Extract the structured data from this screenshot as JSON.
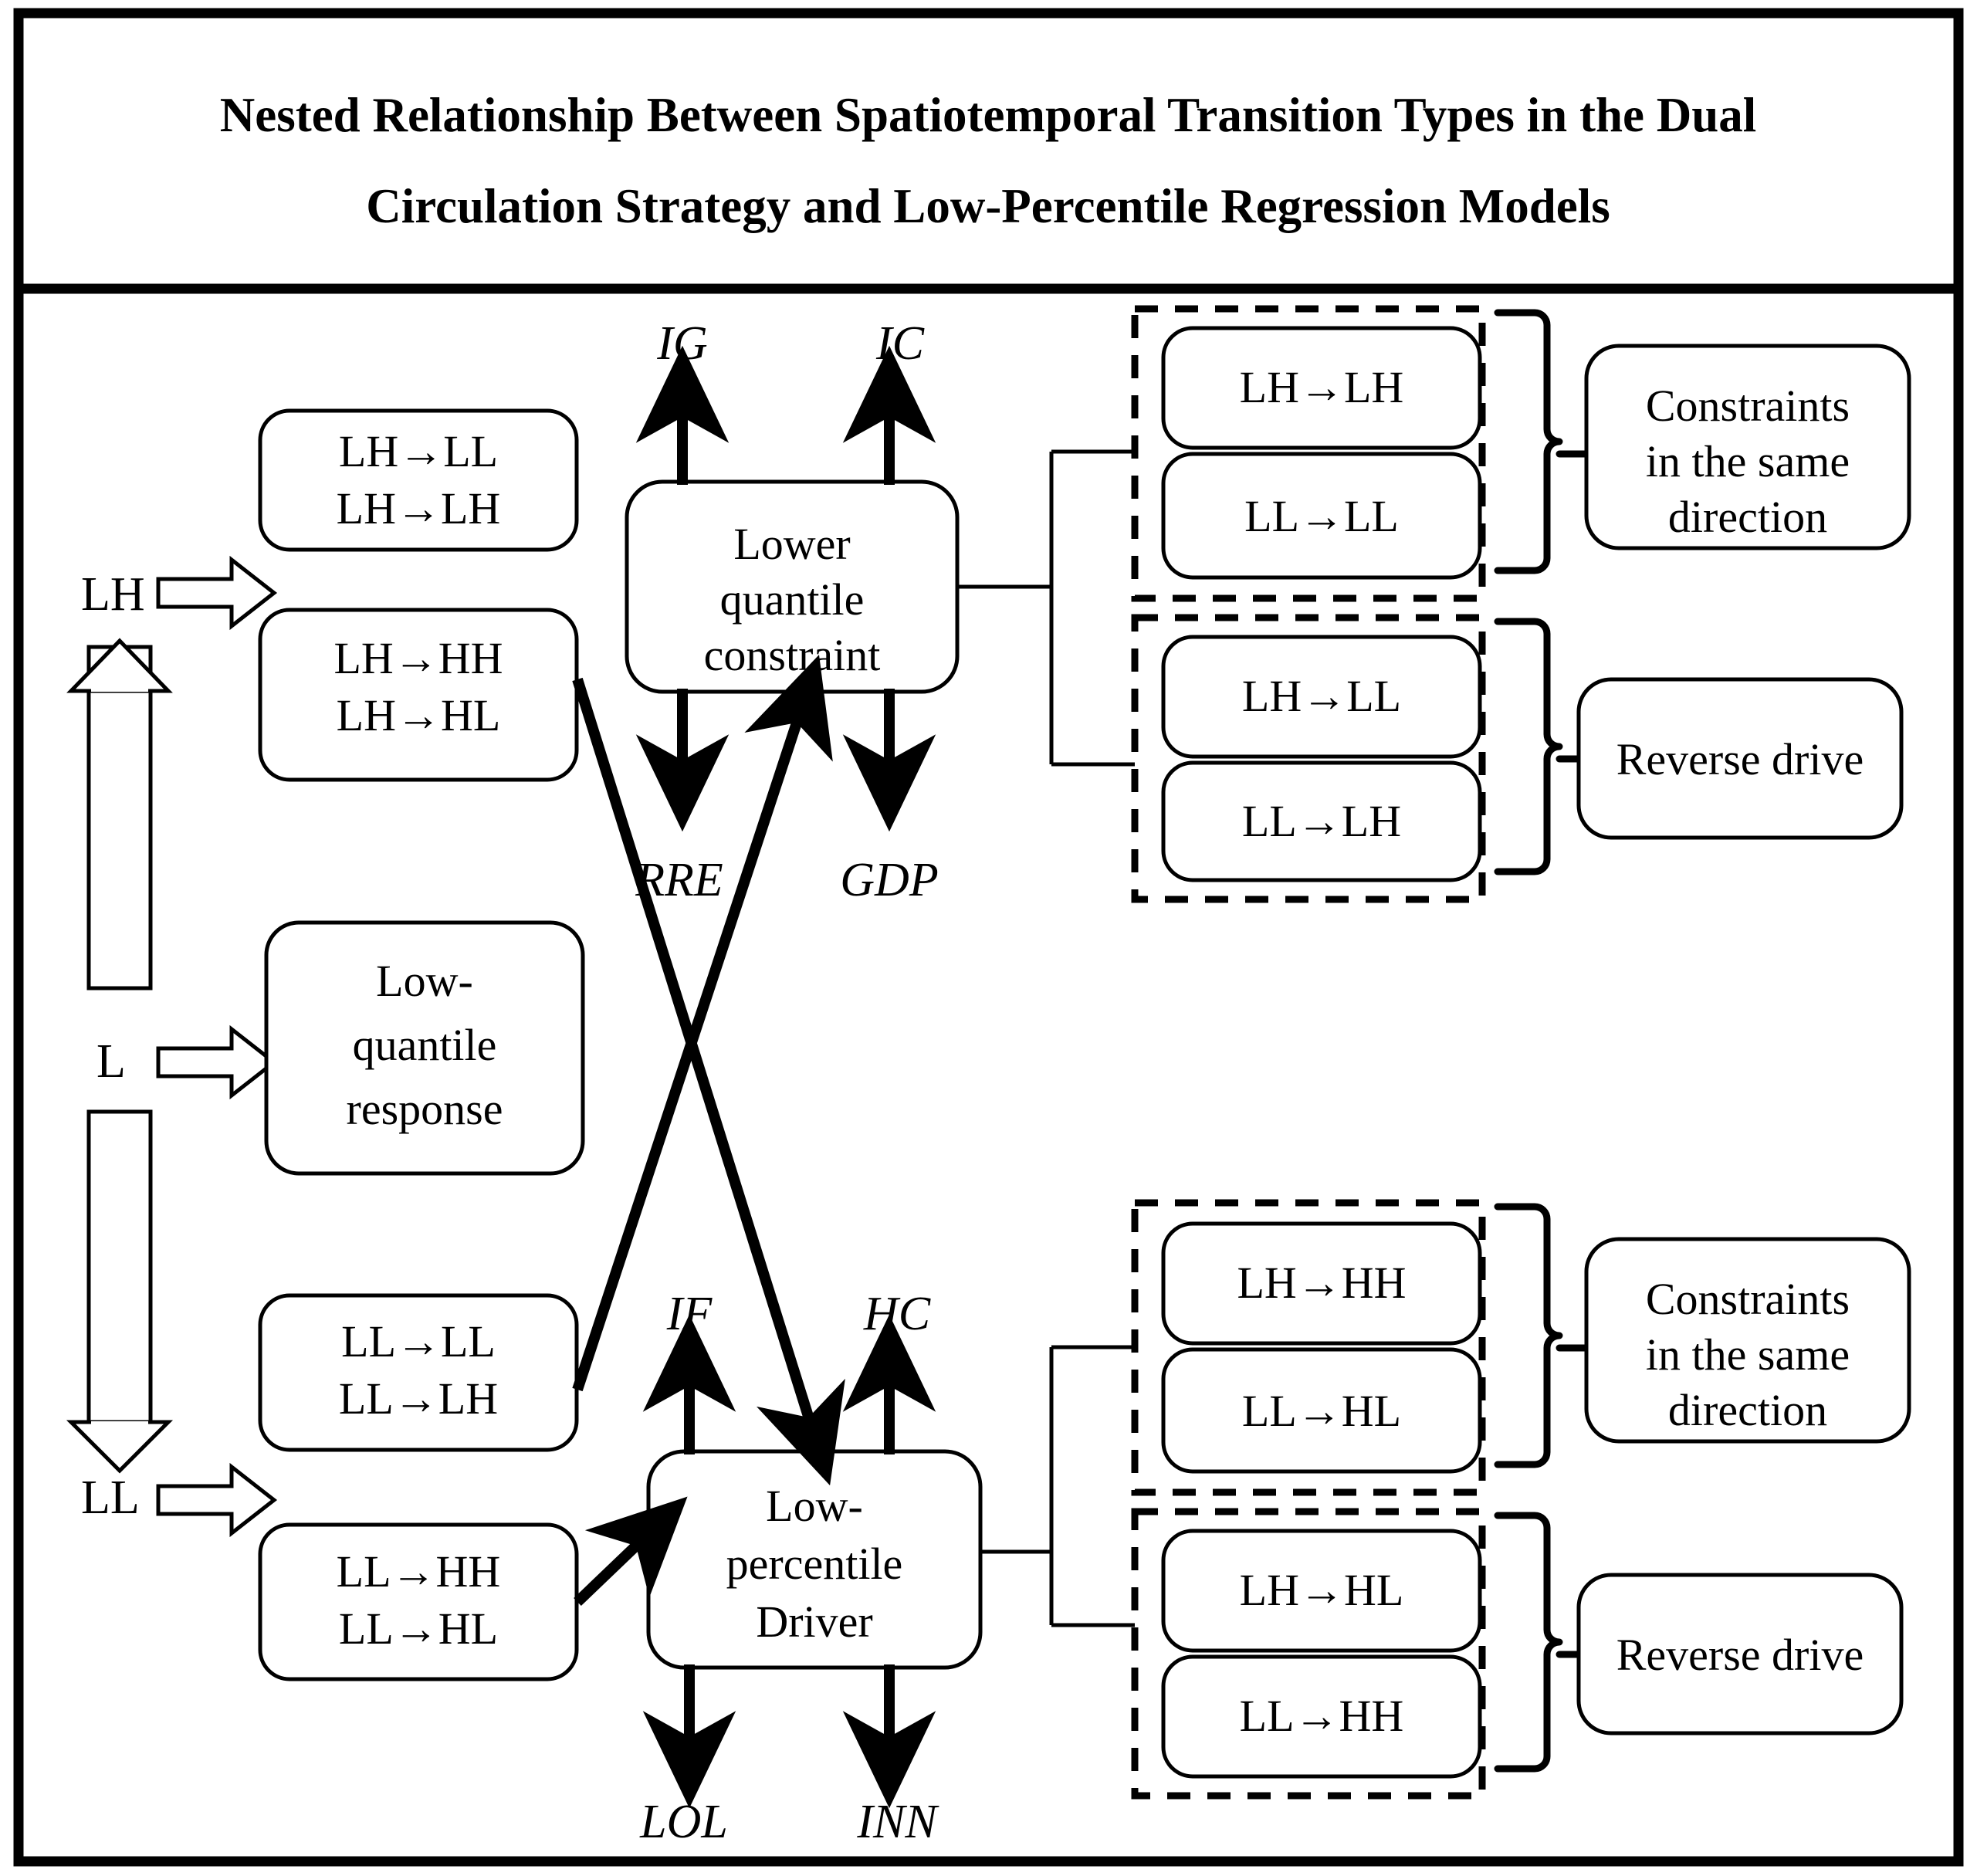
{
  "title": {
    "line1": "Nested Relationship Between Spatiotemporal Transition Types in the Dual",
    "line2": "Circulation Strategy and Low-Percentile Regression Models"
  },
  "left_axis": {
    "top_label": "LH",
    "mid_label": "L",
    "bottom_label": "LL",
    "up_arrow": "up-block-arrow",
    "down_arrow": "down-block-arrow"
  },
  "left_boxes": [
    {
      "id": "lh-low",
      "line1": "LH→LL",
      "line2": "LH→LH"
    },
    {
      "id": "lh-high",
      "line1": "LH→HH",
      "line2": "LH→HL"
    },
    {
      "id": "low-quantile-response",
      "line1": "Low-",
      "line2": "quantile",
      "line3": "response"
    },
    {
      "id": "ll-low",
      "line1": "LL→LL",
      "line2": "LL→LH"
    },
    {
      "id": "ll-high",
      "line1": "LL→HH",
      "line2": "LL→HL"
    }
  ],
  "center_boxes": [
    {
      "id": "lower-quantile-constraint",
      "line1": "Lower",
      "line2": "quantile",
      "line3": "constraint"
    },
    {
      "id": "low-percentile-driver",
      "line1": "Low-",
      "line2": "percentile",
      "line3": "Driver"
    }
  ],
  "variables": {
    "constraint_top_left": "IG",
    "constraint_top_right": "IC",
    "constraint_bottom_left": "RRE",
    "constraint_bottom_right": "GDP",
    "driver_top_left": "IF",
    "driver_top_right": "HC",
    "driver_bottom_left": "LOL",
    "driver_bottom_right": "INN"
  },
  "right_groups": [
    {
      "id": "group-upper-same",
      "items": [
        "LH→LH",
        "LL→LL"
      ],
      "label_line1": "Constraints",
      "label_line2": "in the same",
      "label_line3": "direction"
    },
    {
      "id": "group-upper-reverse",
      "items": [
        "LH→LL",
        "LL→LH"
      ],
      "label_line1": "Reverse drive",
      "label_line2": "",
      "label_line3": ""
    },
    {
      "id": "group-lower-same",
      "items": [
        "LH→HH",
        "LL→HL"
      ],
      "label_line1": "Constraints",
      "label_line2": "in the same",
      "label_line3": "direction"
    },
    {
      "id": "group-lower-reverse",
      "items": [
        "LH→HL",
        "LL→HH"
      ],
      "label_line1": "Reverse drive",
      "label_line2": "",
      "label_line3": ""
    }
  ],
  "colors": {
    "ink": "#000000",
    "paper": "#ffffff"
  }
}
